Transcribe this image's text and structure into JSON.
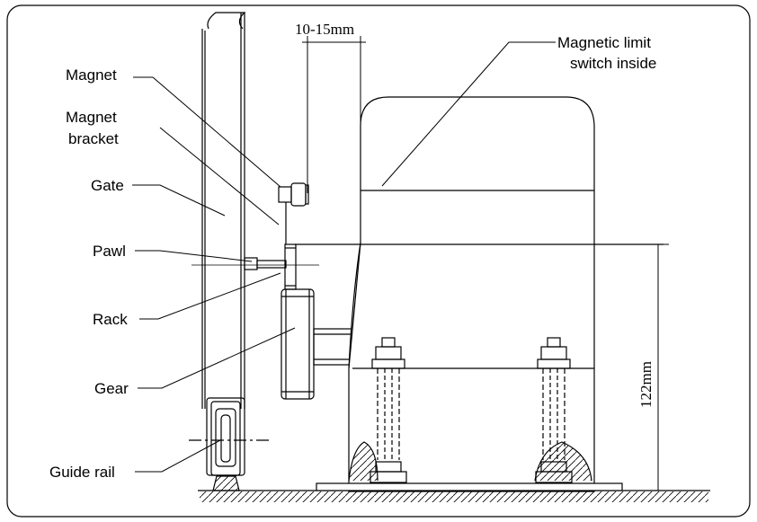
{
  "labels": {
    "magnet": "Magnet",
    "magnet_bracket_1": "Magnet",
    "magnet_bracket_2": "bracket",
    "gate": "Gate",
    "pawl": "Pawl",
    "rack": "Rack",
    "gear": "Gear",
    "guide_rail": "Guide rail",
    "limit_switch_1": "Magnetic limit",
    "limit_switch_2": "switch inside"
  },
  "dimensions": {
    "gap": "10-15mm",
    "height": "122mm"
  }
}
